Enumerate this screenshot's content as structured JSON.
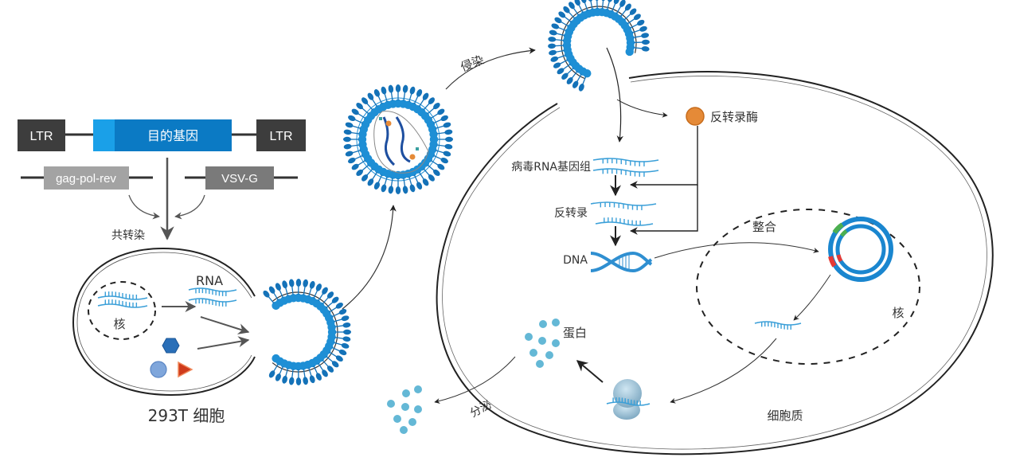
{
  "title": "Lentivirus packaging and infection process",
  "colors": {
    "ltr_box": "#3d3d3d",
    "target_gene": "#0b7ac4",
    "target_gene_light": "#1aa0e8",
    "gag_box": "#a3a3a3",
    "vsvg_box": "#7a7a7a",
    "virus_blue": "#1e8fd5",
    "virus_spike": "#1472b8",
    "rna_blue": "#3a9fd8",
    "enzyme_orange": "#e58a37",
    "protein_dot": "#64b8d6",
    "plasmid_green": "#4caf50",
    "plasmid_red": "#e53935"
  },
  "plasmids": {
    "ltr_left": "LTR",
    "target_gene": "目的基因",
    "ltr_right": "LTR",
    "gag_pol_rev": "gag-pol-rev",
    "vsv_g": "VSV-G",
    "cotransfection": "共转染"
  },
  "producer_cell": {
    "name": "293T 细胞",
    "nucleus": "核",
    "rna": "RNA"
  },
  "infection": {
    "label": "侵染"
  },
  "target_cell": {
    "reverse_transcriptase": "反转录酶",
    "viral_rna_genome": "病毒RNA基因组",
    "reverse_transcription": "反转录",
    "dna": "DNA",
    "integration": "整合",
    "nucleus": "核",
    "protein": "蛋白",
    "secretion": "分泌",
    "cytoplasm": "细胞质"
  }
}
